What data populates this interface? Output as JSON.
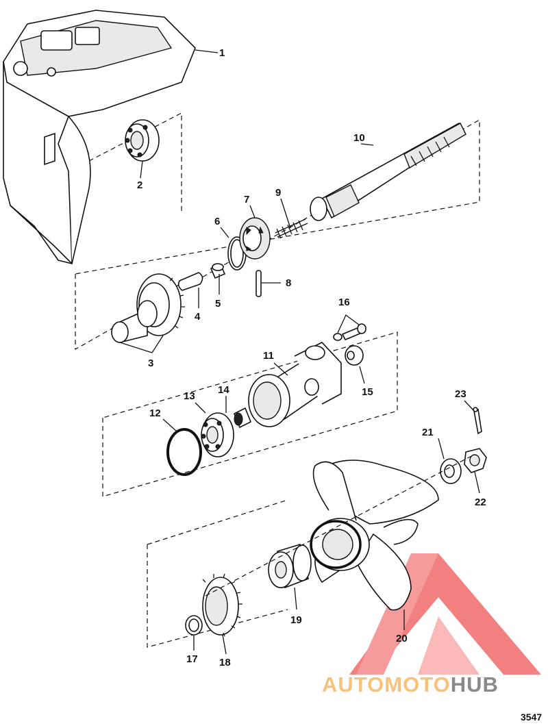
{
  "diagram_code": "3547",
  "callouts": [
    "1",
    "2",
    "3",
    "4",
    "5",
    "6",
    "7",
    "8",
    "9",
    "10",
    "11",
    "12",
    "13",
    "14",
    "15",
    "16",
    "17",
    "18",
    "19",
    "20",
    "21",
    "22",
    "23"
  ],
  "watermark": {
    "part_a": "AUTOMOTO",
    "part_b": "HUB",
    "color_a": "#f7c27a",
    "color_b": "#8a8a8a",
    "logo_color": "#f26b6b"
  }
}
